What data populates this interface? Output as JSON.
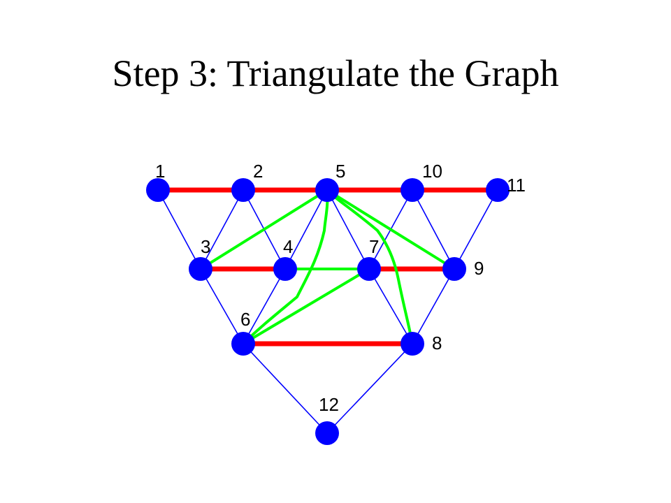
{
  "title": "Step 3: Triangulate the Graph",
  "colors": {
    "node": "#0000ff",
    "original_edge": "#0000ff",
    "ordered_edge": "#ff0000",
    "fill_in_edge": "#00ff00",
    "label": "#000000"
  },
  "nodes": [
    {
      "id": "1",
      "label": "1"
    },
    {
      "id": "2",
      "label": "2"
    },
    {
      "id": "5",
      "label": "5"
    },
    {
      "id": "10",
      "label": "10"
    },
    {
      "id": "11",
      "label": "11"
    },
    {
      "id": "3",
      "label": "3"
    },
    {
      "id": "4",
      "label": "4"
    },
    {
      "id": "7",
      "label": "7"
    },
    {
      "id": "9",
      "label": "9"
    },
    {
      "id": "6",
      "label": "6"
    },
    {
      "id": "8",
      "label": "8"
    },
    {
      "id": "12",
      "label": "12"
    }
  ],
  "edges": [
    {
      "from": "1",
      "to": "3",
      "kind": "original"
    },
    {
      "from": "2",
      "to": "3",
      "kind": "original"
    },
    {
      "from": "2",
      "to": "4",
      "kind": "original"
    },
    {
      "from": "5",
      "to": "4",
      "kind": "original"
    },
    {
      "from": "5",
      "to": "7",
      "kind": "original"
    },
    {
      "from": "10",
      "to": "7",
      "kind": "original"
    },
    {
      "from": "10",
      "to": "9",
      "kind": "original"
    },
    {
      "from": "11",
      "to": "9",
      "kind": "original"
    },
    {
      "from": "3",
      "to": "6",
      "kind": "original"
    },
    {
      "from": "4",
      "to": "6",
      "kind": "original"
    },
    {
      "from": "7",
      "to": "8",
      "kind": "original"
    },
    {
      "from": "9",
      "to": "8",
      "kind": "original"
    },
    {
      "from": "6",
      "to": "12",
      "kind": "original"
    },
    {
      "from": "8",
      "to": "12",
      "kind": "original"
    },
    {
      "from": "1",
      "to": "2",
      "kind": "ordered"
    },
    {
      "from": "2",
      "to": "5",
      "kind": "ordered"
    },
    {
      "from": "5",
      "to": "10",
      "kind": "ordered"
    },
    {
      "from": "10",
      "to": "11",
      "kind": "ordered"
    },
    {
      "from": "3",
      "to": "4",
      "kind": "ordered"
    },
    {
      "from": "7",
      "to": "9",
      "kind": "ordered"
    },
    {
      "from": "6",
      "to": "8",
      "kind": "ordered"
    },
    {
      "from": "5",
      "to": "3",
      "kind": "fill-in"
    },
    {
      "from": "5",
      "to": "9",
      "kind": "fill-in"
    },
    {
      "from": "4",
      "to": "7",
      "kind": "fill-in"
    },
    {
      "from": "6",
      "to": "7",
      "kind": "fill-in"
    },
    {
      "from": "5",
      "to": "6",
      "kind": "fill-in"
    },
    {
      "from": "5",
      "to": "8",
      "kind": "fill-in"
    }
  ]
}
